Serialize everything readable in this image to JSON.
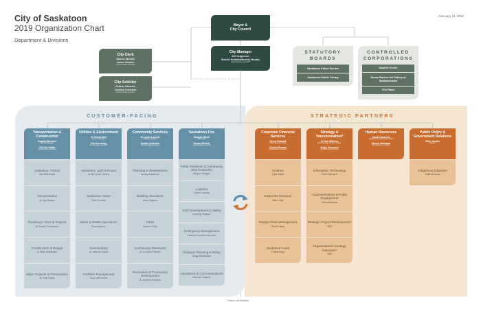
{
  "header": {
    "title": "City of Saskatoon",
    "subtitle": "2019 Organization Chart",
    "section": "Department & Divisions",
    "date": "February 19, 2019"
  },
  "leadership": {
    "mayor": {
      "title_line1": "Mayor &",
      "title_line2": "City Council"
    },
    "city_manager": {
      "title": "City Manager",
      "name": "Jeff Jorgenson",
      "assistant": "Shantel Koliabab/Brandy Morphy",
      "assistant_role": "Administrative Assistant"
    },
    "city_clerk": {
      "title": "City Clerk",
      "name": "Joanne Sproule",
      "assistant": "Janice Hudson",
      "assistant_role": "Administrative Assistant"
    },
    "city_solicitor": {
      "title": "City Solicitor",
      "name": "Patricia Warwick",
      "assistant": "Candice Leuschen",
      "assistant_role": "Administrative Assistant"
    }
  },
  "statutory_boards": {
    "title_line1": "STATUTORY",
    "title_line2": "BOARDS",
    "items": [
      "Saskatoon Police Service",
      "Saskatoon Public Library"
    ]
  },
  "controlled_corporations": {
    "title_line1": "CONTROLLED",
    "title_line2": "CORPORATIONS",
    "items": [
      "SaskTel Centre",
      "Remai Modern Art Gallery of Saskatchewan",
      "TCU Place"
    ]
  },
  "colors": {
    "leadership": "#2e4a41",
    "secondary": "#5d7263",
    "customer_facing": "#6690a6",
    "strategic_partners": "#c96c30"
  },
  "customer_facing": {
    "title": "CUSTOMER-FACING",
    "departments": [
      {
        "title": "Transportation & Construction",
        "head": "Angela Gardiner",
        "head_role": "General Manager",
        "assistant": "Pia Korushka",
        "assistant_role": "Administrative Assistant",
        "divisions": [
          {
            "title": "Saskatoon Transit",
            "name": "Jim McDonald"
          },
          {
            "title": "Transportation",
            "name": "A/ Jay Magus"
          },
          {
            "title": "Roadways, Fleet & Support",
            "name": "A/ Brodie Thompson"
          },
          {
            "title": "Construction & Design",
            "name": "A/ Matt Jurkiewicz"
          },
          {
            "title": "Major Projects & Preservation",
            "name": "A/ Rob Frank"
          }
        ]
      },
      {
        "title": "Utilities & Environment",
        "head": "A/ Trevor Bell",
        "head_role": "General Manager",
        "assistant": "Pia Korushka",
        "assistant_role": "Administrative Assistant",
        "divisions": [
          {
            "title": "Saskatoon Light & Power",
            "name": "A/ Brendan Lemke"
          },
          {
            "title": "Saskatoon Water",
            "name": "Reid Corbett"
          },
          {
            "title": "Water & Waste Operations",
            "name": "Russ Munro"
          },
          {
            "title": "Sustainability",
            "name": "A/ Jeanna South"
          },
          {
            "title": "Facilities Management",
            "name": "Troy LaFreniere"
          }
        ]
      },
      {
        "title": "Community Services",
        "head": "A/ Lynne Lacroix",
        "head_role": "General Manager",
        "assistant": "Debbie Hillstrom",
        "assistant_role": "Administrative Assistant",
        "divisions": [
          {
            "title": "Planning & Development",
            "name": "Lesley Anderson"
          },
          {
            "title": "Building Standards",
            "name": "Kara Fagnou"
          },
          {
            "title": "Parks",
            "name": "Darren Crilly"
          },
          {
            "title": "Community Standards",
            "name": "A/ Jo-Anne Richter"
          },
          {
            "title": "Recreation & Community Development",
            "name": "A/ Andrew Roberts"
          }
        ]
      },
      {
        "title": "Saskatoon Fire",
        "head": "Morgan Hackl",
        "head_role": "Fire Chief",
        "assistant": "Susan Michell",
        "assistant_role": "Administrative Assistant",
        "divisions": [
          {
            "title": "Public Relations & Community Risk Reduction",
            "name": "Wayne Rodger"
          },
          {
            "title": "Logistics",
            "name": "Glenn Ledray"
          },
          {
            "title": "Staff Development & Safety",
            "name": "Anthony Tataryn"
          },
          {
            "title": "Emergency Management",
            "name": "Pamela Goulden-McLeod"
          },
          {
            "title": "Strategic Planning & Policy",
            "name": "Andy Kotelmach"
          },
          {
            "title": "Operations & Communications",
            "name": "Michael Ralston"
          }
        ]
      }
    ]
  },
  "strategic_partners": {
    "title": "STRATEGIC PARTNERS",
    "departments": [
      {
        "title": "Corporate Financial Services",
        "head": "Kerry Tarasoff",
        "head_role": "Chief Financial Officer",
        "assistant": "Yvonne Brooks",
        "assistant_role": "Administrative Assistant",
        "divisions": [
          {
            "title": "Finance",
            "name": "Clae Hack"
          },
          {
            "title": "Corporate Revenue",
            "name": "Mike Voth"
          },
          {
            "title": "Supply Chain Management",
            "name": "Scott Eaton"
          },
          {
            "title": "Saskatoon Land",
            "name": "Frank Long"
          }
        ]
      },
      {
        "title": "Strategy & Transformation*",
        "head": "A/ Dan Willems",
        "head_role": "Chief Strategy & Trans. Officer",
        "assistant": "Angie Thomson",
        "assistant_role": "Administrative Assistant",
        "divisions": [
          {
            "title": "Information Technology",
            "name": "Paul Ottmann"
          },
          {
            "title": "Communications & Public Engagement",
            "name": "Carla Blumers"
          },
          {
            "title": "Strategic Project Development*",
            "name": "TBD"
          },
          {
            "title": "Organizational Strategy Execution*",
            "name": "TBD"
          }
        ]
      },
      {
        "title": "Human Resources",
        "head": "Sarah Cameron",
        "head_role": "Chief Human Resources Officer",
        "assistant": "Wendy Marlapaz",
        "assistant_role": "Administrative Assistant",
        "divisions": []
      },
      {
        "title": "Public Policy & Government Relations",
        "head": "Mike Jordan",
        "head_role": "Director",
        "assistant": "",
        "assistant_role": "",
        "divisions": [
          {
            "title": "Indigenous Initiatives",
            "name": "Gilles Dorval"
          }
        ]
      }
    ]
  },
  "footnote": "*Name not finalized"
}
